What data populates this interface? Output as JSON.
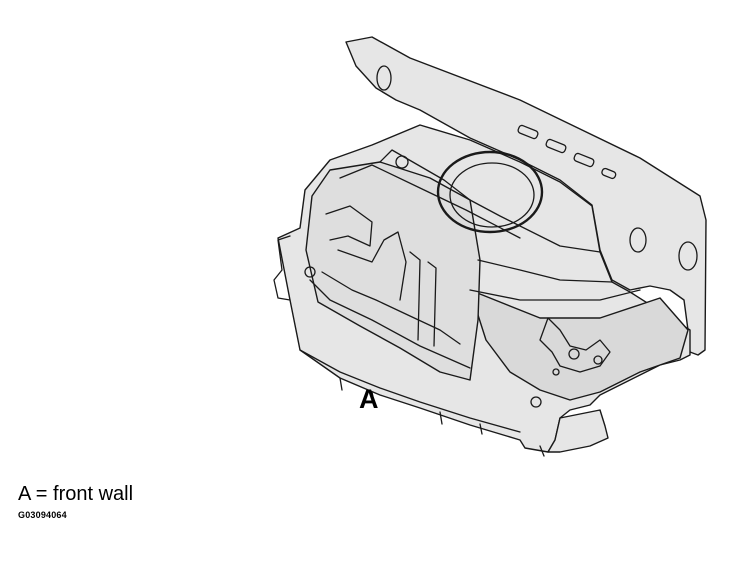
{
  "callout": {
    "label": "A"
  },
  "legend": {
    "text": "A = front wall"
  },
  "figure": {
    "code": "G03094064"
  },
  "colors": {
    "panel": "#e6e6e6",
    "panel_dark": "#d2d2d2",
    "stroke": "#1a1a1a",
    "background": "#ffffff"
  }
}
